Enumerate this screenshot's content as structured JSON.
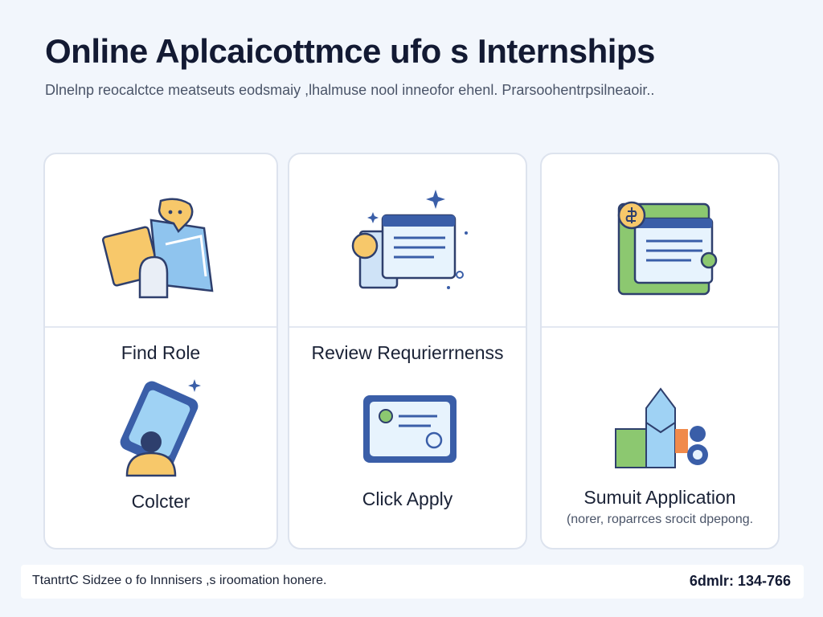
{
  "header": {
    "title": "Online Aplcaicottmce ufo s Internships",
    "subtitle": "Dlnelnp reocalctce meatseuts eodsmaiy ,lhalmuse nool inneofor ehenl. Prarsoohentrpsilneaoir.."
  },
  "cards": [
    {
      "label": "Find Role",
      "note": "",
      "icon": "documents-chat-icon"
    },
    {
      "label": "Review Requrierrnenss",
      "note": "",
      "icon": "resume-sparkle-icon"
    },
    {
      "label": "",
      "note": "",
      "icon": "payment-document-icon"
    },
    {
      "label": "Colcter",
      "note": "",
      "icon": "phone-user-icon"
    },
    {
      "label": "Click Apply",
      "note": "",
      "icon": "profile-card-icon"
    },
    {
      "label": "Sumuit Application",
      "note": "(norer, roparrces srocit dpepong.",
      "icon": "submit-building-icon"
    }
  ],
  "footer": {
    "left": "TtantrtC Sidzee o fo Innnisers ,s iroomation honere.",
    "right": "6dmlr: 134-766"
  },
  "colors": {
    "accent_blue": "#3a5ea8",
    "light_blue": "#d8ecfb",
    "yellow": "#f7c86a",
    "green": "#8cc870",
    "orange": "#f08a4b"
  }
}
